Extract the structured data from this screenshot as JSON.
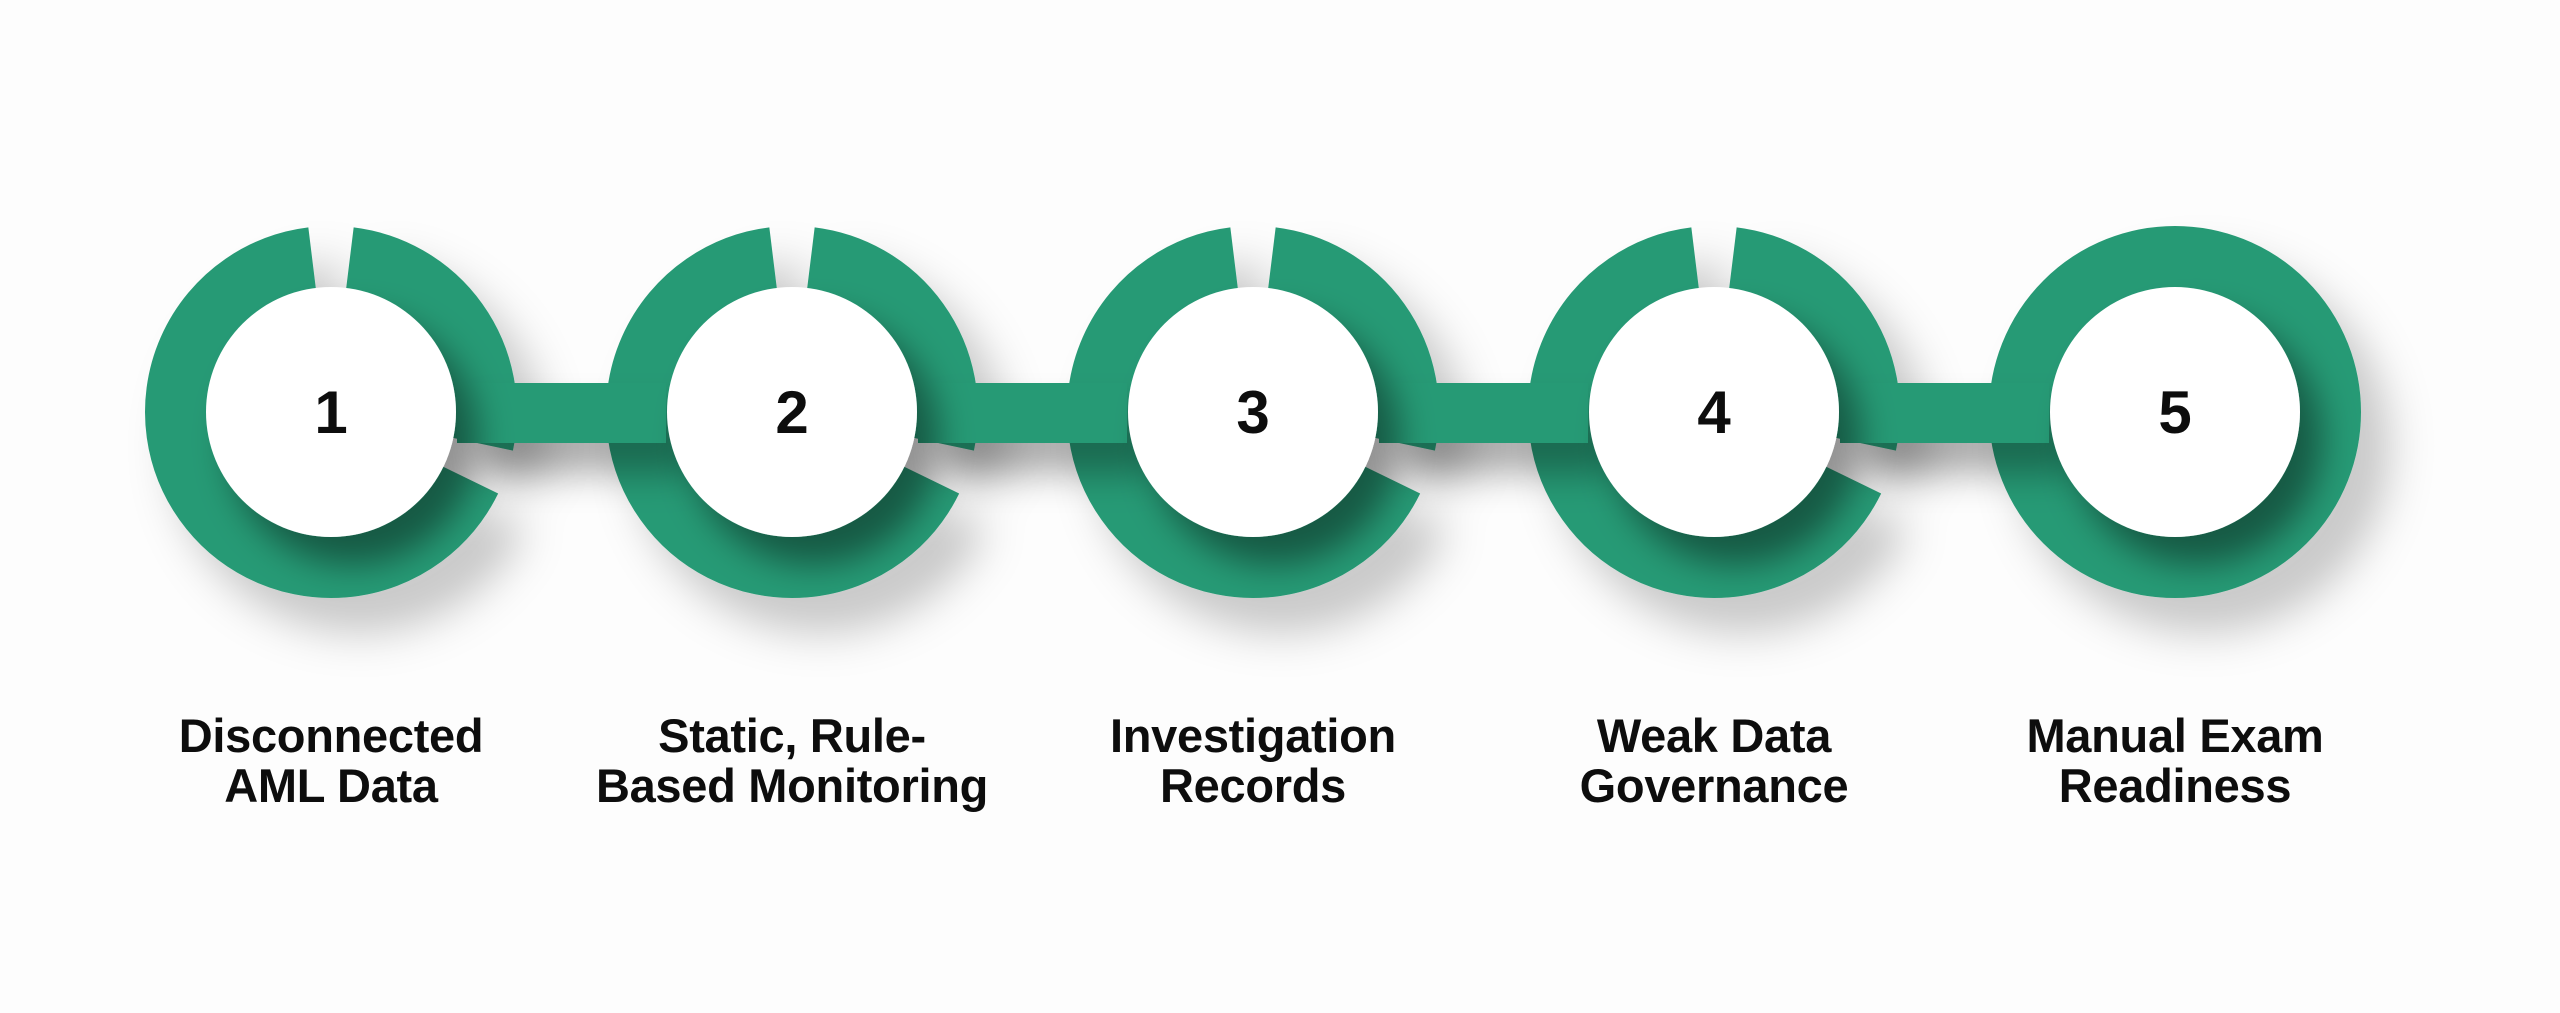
{
  "diagram": {
    "colors": {
      "accent": "#289a74",
      "text": "#0d0d0d",
      "background": "#fdfdfd"
    },
    "steps": [
      {
        "number": "1",
        "line1": "Disconnected",
        "line2": "AML Data"
      },
      {
        "number": "2",
        "line1": "Static, Rule-",
        "line2": "Based Monitoring"
      },
      {
        "number": "3",
        "line1": "Investigation",
        "line2": "Records"
      },
      {
        "number": "4",
        "line1": "Weak Data",
        "line2": "Governance"
      },
      {
        "number": "5",
        "line1": "Manual Exam",
        "line2": "Readiness"
      }
    ]
  }
}
